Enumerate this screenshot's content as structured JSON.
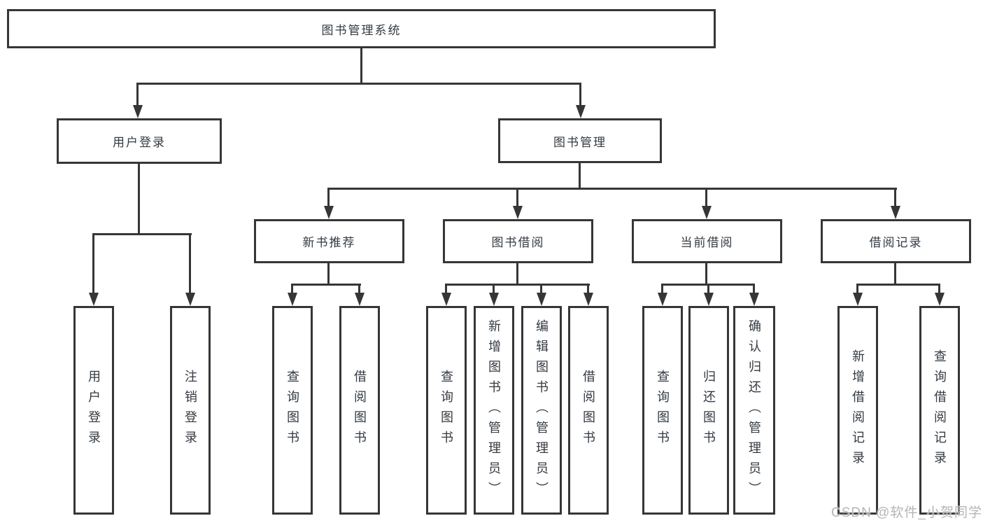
{
  "tree": {
    "root": {
      "label": "图书管理系统"
    },
    "branches": [
      {
        "label": "用户登录",
        "children": [
          {
            "label": "用户登录"
          },
          {
            "label": "注销登录"
          }
        ]
      },
      {
        "label": "图书管理",
        "children": [
          {
            "label": "新书推荐",
            "children": [
              {
                "label": "查询图书"
              },
              {
                "label": "借阅图书"
              }
            ]
          },
          {
            "label": "图书借阅",
            "children": [
              {
                "label": "查询图书"
              },
              {
                "label": "新增图书（管理员）"
              },
              {
                "label": "编辑图书（管理员）"
              },
              {
                "label": "借阅图书"
              }
            ]
          },
          {
            "label": "当前借阅",
            "children": [
              {
                "label": "查询图书"
              },
              {
                "label": "归还图书"
              },
              {
                "label": "确认归还（管理员）"
              }
            ]
          },
          {
            "label": "借阅记录",
            "children": [
              {
                "label": "新增借阅记录"
              },
              {
                "label": "查询借阅记录"
              }
            ]
          }
        ]
      }
    ]
  },
  "colors": {
    "line": "#363636",
    "text": "#333a42",
    "watermark": "#b5b5b5"
  },
  "watermark": {
    "text": "CSDN @软件_小贺同学"
  }
}
